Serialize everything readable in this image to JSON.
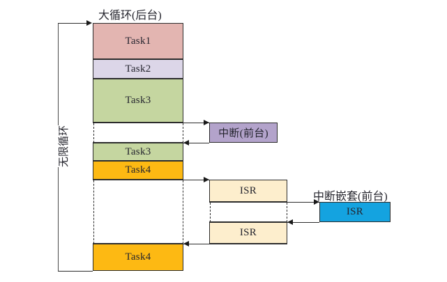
{
  "diagram": {
    "title_main": "大循环(后台)",
    "loop_label": "无限循环",
    "interrupt_label": "中断(前台)",
    "nested_interrupt_label": "中断嵌套(前台)",
    "tasks": [
      {
        "name": "Task1",
        "color": "#e3b5b1"
      },
      {
        "name": "Task2",
        "color": "#dcd6e8"
      },
      {
        "name": "Task3",
        "color": "#c5d6a0"
      },
      {
        "name": "Task3",
        "color": "#c5d6a0"
      },
      {
        "name": "Task4",
        "color": "#fdb913"
      },
      {
        "name": "Task4",
        "color": "#fdb913"
      }
    ],
    "isr_boxes": [
      {
        "name": "ISR",
        "color": "#fdeecd"
      },
      {
        "name": "ISR",
        "color": "#fdeecd"
      },
      {
        "name": "ISR",
        "color": "#14a3e0"
      }
    ],
    "interrupt_box": {
      "name": "中断(前台)",
      "color": "#b3a3cb"
    },
    "colors": {
      "task1": "#e3b5b1",
      "task2": "#dcd6e8",
      "task3": "#c5d6a0",
      "task4": "#fdb913",
      "isr": "#fdeecd",
      "nested_isr": "#14a3e0",
      "interrupt": "#b3a3cb",
      "stroke": "#2b2b2b"
    }
  }
}
